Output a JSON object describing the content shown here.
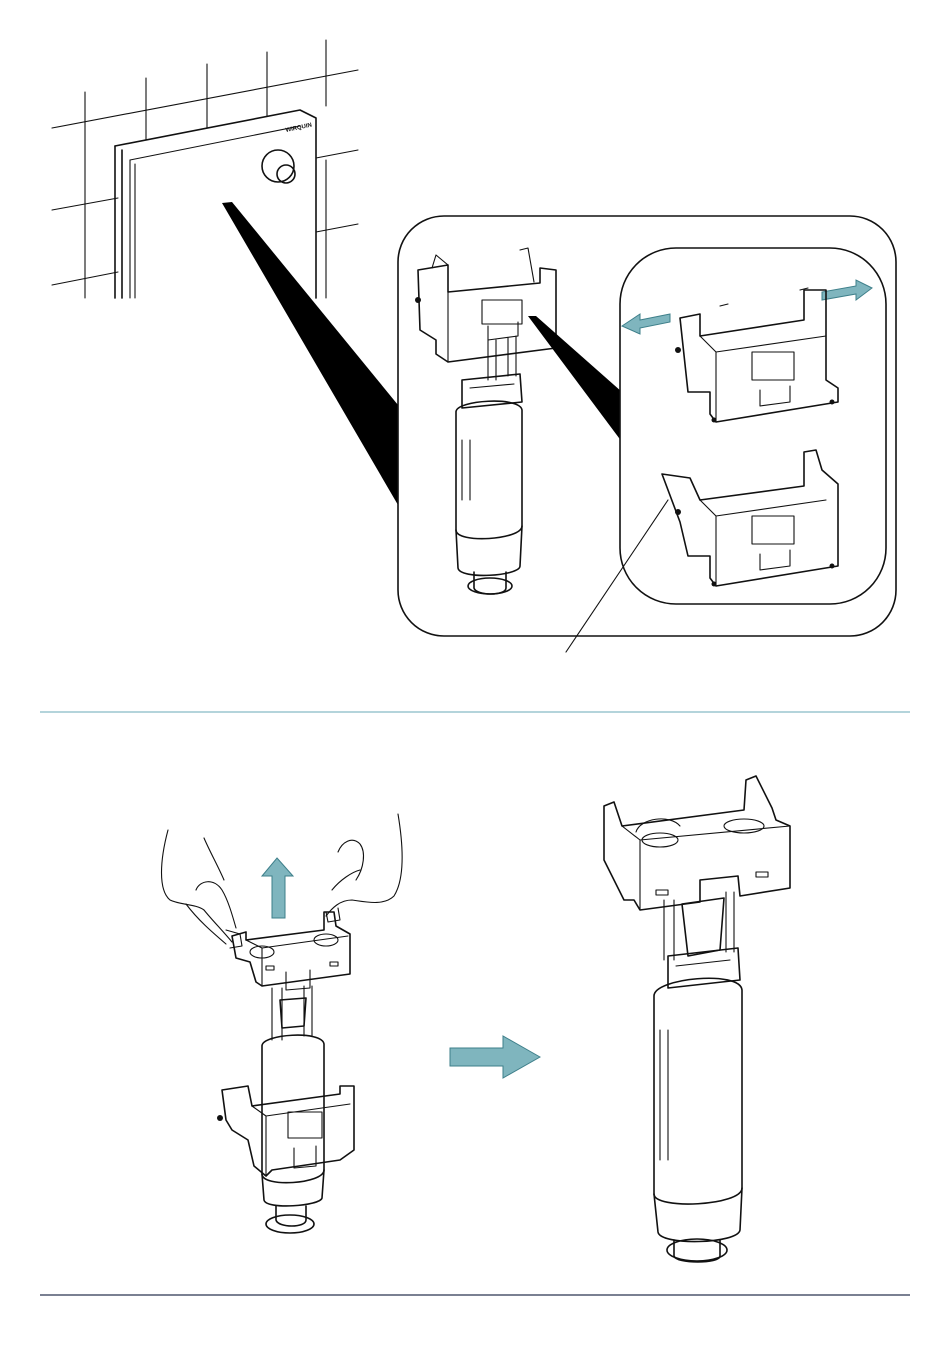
{
  "page": {
    "brand_mark": "WIRQUIN",
    "colors": {
      "divider": "#6aa8b7",
      "bottom_rule": "#2a3550",
      "arrow_fill": "#7fb5be",
      "arrow_stroke": "#3e7f8a",
      "line_art": "#111111"
    }
  },
  "figures": [
    {
      "name": "wall-panel-with-flush-button",
      "icons": [
        "wall-tile-grid-icon",
        "cover-plate-icon",
        "dual-flush-button-icon"
      ]
    },
    {
      "name": "detail-callout-valve-with-cage"
    },
    {
      "name": "detail-callout-cage-separation",
      "icons": [
        "cage-half-icon",
        "cage-half-icon",
        "arrow-left-icon",
        "arrow-right-icon"
      ]
    },
    {
      "name": "hands-lifting-cage",
      "icons": [
        "hand-icon",
        "hand-icon",
        "arrow-up-icon"
      ]
    },
    {
      "name": "flush-valve-assembled",
      "icons": [
        "flush-valve-icon",
        "cage-icon"
      ]
    }
  ]
}
